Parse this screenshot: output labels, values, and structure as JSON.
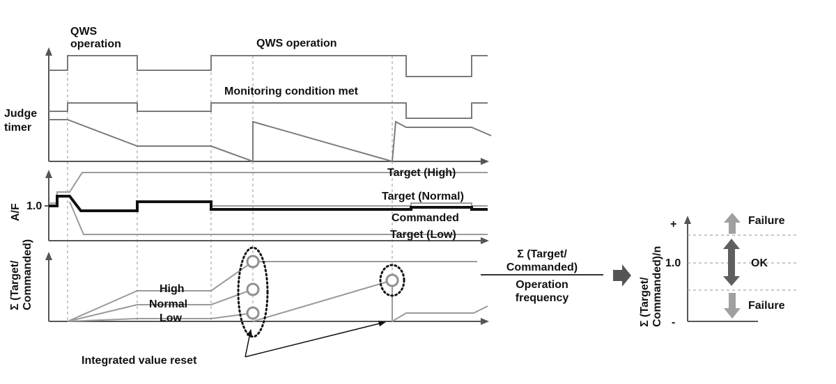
{
  "labels": {
    "qws_operation_1": [
      "QWS",
      "operation"
    ],
    "qws_operation_2": "QWS operation",
    "monitoring_condition": "Monitoring condition met",
    "judge_timer": [
      "Judge",
      "timer"
    ],
    "target_high": "Target (High)",
    "target_normal": "Target (Normal)",
    "commanded": "Commanded",
    "target_low": "Target (Low)",
    "af_axis": "A/F",
    "af_tick": "1.0",
    "sum_axis": [
      "Σ (Target/",
      "Commanded)"
    ],
    "series_high": "High",
    "series_normal": "Normal",
    "series_low": "Low",
    "integrated_reset": "Integrated value reset",
    "formula_numerator": [
      "Σ (Target/",
      "Commanded)"
    ],
    "formula_denominator": [
      "Operation",
      "frequency"
    ],
    "judge_axis": [
      "Σ (Target/",
      "Commanded)/n"
    ],
    "judge_plus": "+",
    "judge_minus": "-",
    "judge_tick": "1.0",
    "failure_upper": "Failure",
    "ok": "OK",
    "failure_lower": "Failure"
  },
  "colors": {
    "signal": "#7a7a7a",
    "commanded": "#111111",
    "failure_arrow": "#a0a0a0",
    "ok_arrow": "#5f5f5f"
  }
}
